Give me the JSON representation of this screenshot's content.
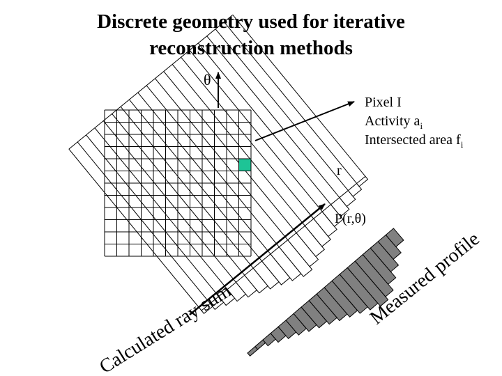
{
  "title": {
    "line1": "Discrete geometry used for iterative",
    "line2": "reconstruction methods"
  },
  "labels": {
    "theta": "θ",
    "r": "r",
    "projection": "P(r,θ)",
    "pixel_name": "Pixel I",
    "pixel_activity": "Activity a",
    "pixel_activity_sub": "i",
    "pixel_area": "Intersected area f",
    "pixel_area_sub": "i",
    "calculated_ray_sum": "Calculated ray sum",
    "measured_profile": "Measured profile"
  },
  "grid": {
    "rows": 12,
    "cols": 12,
    "highlight_row": 4,
    "highlight_col": 11
  },
  "calculated_profile": [
    1,
    2,
    3,
    4,
    5,
    6,
    7,
    8,
    9,
    10,
    9,
    8,
    7,
    6,
    5,
    4,
    3,
    2,
    1
  ],
  "measured_profile": [
    1,
    1,
    2,
    3,
    4,
    5,
    6,
    7,
    8,
    9,
    10,
    11,
    12,
    13,
    12,
    10,
    8,
    6,
    4
  ],
  "colors": {
    "highlight": "#1ec496",
    "measured_fill": "#808080",
    "line": "#000000"
  }
}
